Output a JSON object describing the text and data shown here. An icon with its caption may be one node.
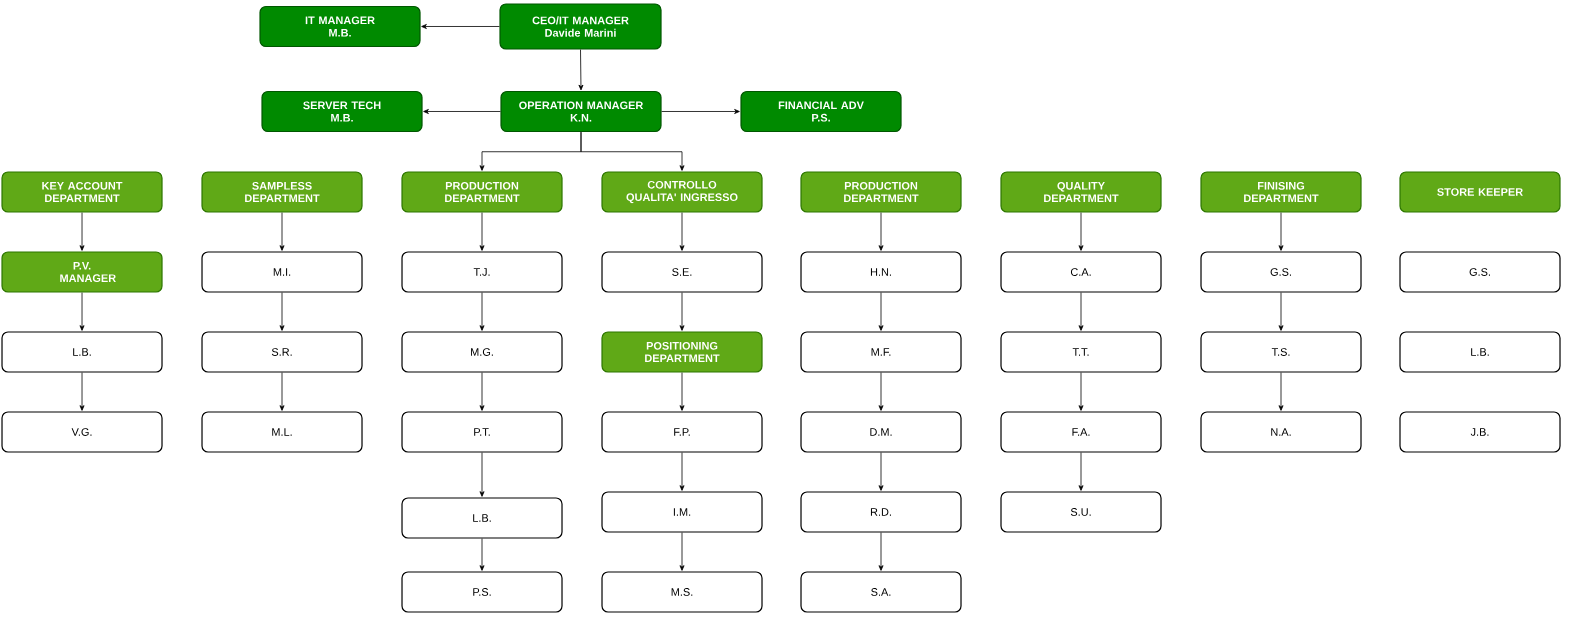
{
  "diagram": {
    "nodes": [
      {
        "text": [
          "CEO/IT MANAGER",
          "Davide Marini"
        ]
      },
      {
        "text": [
          "IT MANAGER",
          "M.B."
        ]
      },
      {
        "text": [
          "OPERATION MANAGER",
          "K.N."
        ]
      },
      {
        "text": [
          "SERVER TECH",
          "M.B."
        ]
      },
      {
        "text": [
          "FINANCIAL ADV",
          "P.S."
        ]
      },
      {
        "text": [
          "KEY ACCOUNT DEPARTMENT"
        ]
      },
      {
        "text": [
          "SAMPLESS DEPARTMENT"
        ]
      },
      {
        "text": [
          "PRODUCTION DEPARTMENT"
        ]
      },
      {
        "text": [
          "CONTROLLO QUALITA' INGRESSO"
        ]
      },
      {
        "text": [
          "PRODUCTION DEPARTMENT"
        ]
      },
      {
        "text": [
          "QUALITY DEPARTMENT"
        ]
      },
      {
        "text": [
          "FINISING DEPARTMENT"
        ]
      },
      {
        "text": [
          "STORE KEEPER"
        ]
      },
      {
        "text": [
          "P.V. MANAGER"
        ]
      },
      {
        "text": [
          "L.B."
        ]
      },
      {
        "text": [
          "V.G."
        ]
      },
      {
        "text": [
          "M.I."
        ]
      },
      {
        "text": [
          "S.R."
        ]
      },
      {
        "text": [
          "M.L."
        ]
      },
      {
        "text": [
          "T.J."
        ]
      },
      {
        "text": [
          "M.G."
        ]
      },
      {
        "text": [
          "P.T."
        ]
      },
      {
        "text": [
          "L.B."
        ]
      },
      {
        "text": [
          "P.S."
        ]
      },
      {
        "text": [
          "S.E."
        ]
      },
      {
        "text": [
          "POSITIONING DEPARTMENT"
        ]
      },
      {
        "text": [
          "F.P."
        ]
      },
      {
        "text": [
          "I.M."
        ]
      },
      {
        "text": [
          "M.S."
        ]
      },
      {
        "text": [
          "H.N."
        ]
      },
      {
        "text": [
          "M.F."
        ]
      },
      {
        "text": [
          "D.M."
        ]
      },
      {
        "text": [
          "R.D."
        ]
      },
      {
        "text": [
          "S.A."
        ]
      },
      {
        "text": [
          "C.A."
        ]
      },
      {
        "text": [
          "T.T."
        ]
      },
      {
        "text": [
          "F.A."
        ]
      },
      {
        "text": [
          "S.U."
        ]
      },
      {
        "text": [
          "G.S."
        ]
      },
      {
        "text": [
          "T.S."
        ]
      },
      {
        "text": [
          "N.A."
        ]
      },
      {
        "text": [
          "G.S."
        ]
      },
      {
        "text": [
          "L.B."
        ]
      },
      {
        "text": [
          "J.B."
        ]
      }
    ],
    "edges": [
      {
        "from": 0,
        "to": 1,
        "arrow": "to"
      },
      {
        "from": 0,
        "to": 2,
        "arrow": "to"
      },
      {
        "from": 2,
        "to": 3,
        "arrow": "to"
      },
      {
        "from": 2,
        "to": 4,
        "arrow": "to"
      },
      {
        "from": 2,
        "to": 7,
        "arrow": "to"
      },
      {
        "from": 2,
        "to": 8,
        "arrow": "to"
      },
      {
        "from": 5,
        "to": 13,
        "arrow": "to"
      },
      {
        "from": 13,
        "to": 14,
        "arrow": "to"
      },
      {
        "from": 14,
        "to": 15,
        "arrow": "to"
      },
      {
        "from": 6,
        "to": 16,
        "arrow": "to"
      },
      {
        "from": 16,
        "to": 17,
        "arrow": "to"
      },
      {
        "from": 17,
        "to": 18,
        "arrow": "to"
      },
      {
        "from": 7,
        "to": 19,
        "arrow": "to"
      },
      {
        "from": 19,
        "to": 20,
        "arrow": "to"
      },
      {
        "from": 20,
        "to": 21,
        "arrow": "to"
      },
      {
        "from": 21,
        "to": 22,
        "arrow": "to"
      },
      {
        "from": 22,
        "to": 23,
        "arrow": "to"
      },
      {
        "from": 8,
        "to": 24,
        "arrow": "to"
      },
      {
        "from": 24,
        "to": 25,
        "arrow": "to"
      },
      {
        "from": 25,
        "to": 26,
        "arrow": "to"
      },
      {
        "from": 26,
        "to": 27,
        "arrow": "to"
      },
      {
        "from": 27,
        "to": 28,
        "arrow": "to"
      },
      {
        "from": 9,
        "to": 29,
        "arrow": "to"
      },
      {
        "from": 29,
        "to": 30,
        "arrow": "to"
      },
      {
        "from": 30,
        "to": 31,
        "arrow": "to"
      },
      {
        "from": 31,
        "to": 32,
        "arrow": "to"
      },
      {
        "from": 32,
        "to": 33,
        "arrow": "to"
      },
      {
        "from": 10,
        "to": 34,
        "arrow": "to"
      },
      {
        "from": 34,
        "to": 35,
        "arrow": "to"
      },
      {
        "from": 35,
        "to": 36,
        "arrow": "to"
      },
      {
        "from": 36,
        "to": 37,
        "arrow": "to"
      },
      {
        "from": 11,
        "to": 38,
        "arrow": "to"
      },
      {
        "from": 38,
        "to": 39,
        "arrow": "to"
      },
      {
        "from": 39,
        "to": 40,
        "arrow": "to"
      }
    ]
  }
}
